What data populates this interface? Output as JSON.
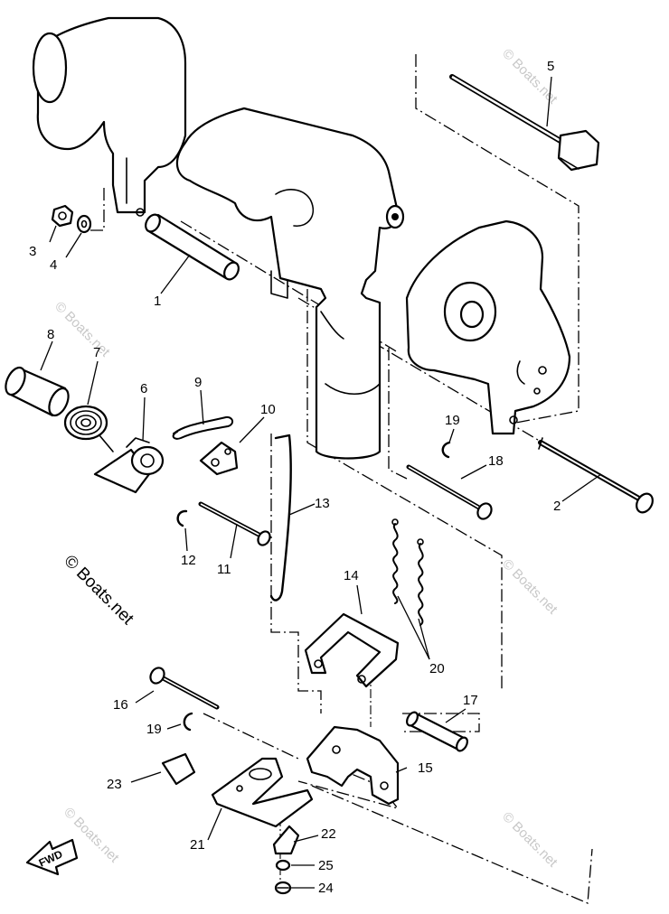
{
  "diagram": {
    "callouts": [
      {
        "id": "1",
        "text": "1"
      },
      {
        "id": "2",
        "text": "2"
      },
      {
        "id": "3",
        "text": "3"
      },
      {
        "id": "4",
        "text": "4"
      },
      {
        "id": "5",
        "text": "5"
      },
      {
        "id": "6",
        "text": "6"
      },
      {
        "id": "7",
        "text": "7"
      },
      {
        "id": "8",
        "text": "8"
      },
      {
        "id": "9",
        "text": "9"
      },
      {
        "id": "10",
        "text": "10"
      },
      {
        "id": "11",
        "text": "11"
      },
      {
        "id": "12",
        "text": "12"
      },
      {
        "id": "13",
        "text": "13"
      },
      {
        "id": "14",
        "text": "14"
      },
      {
        "id": "15",
        "text": "15"
      },
      {
        "id": "16",
        "text": "16"
      },
      {
        "id": "17",
        "text": "17"
      },
      {
        "id": "18",
        "text": "18"
      },
      {
        "id": "19a",
        "text": "19"
      },
      {
        "id": "19b",
        "text": "19"
      },
      {
        "id": "20",
        "text": "20"
      },
      {
        "id": "21",
        "text": "21"
      },
      {
        "id": "22",
        "text": "22"
      },
      {
        "id": "23",
        "text": "23"
      },
      {
        "id": "24",
        "text": "24"
      },
      {
        "id": "25",
        "text": "25"
      }
    ],
    "direction_label": "FWD",
    "watermark": "© Boats.net",
    "colors": {
      "ink": "#000000",
      "paper": "#ffffff",
      "watermark": "#c8c8c8"
    }
  }
}
